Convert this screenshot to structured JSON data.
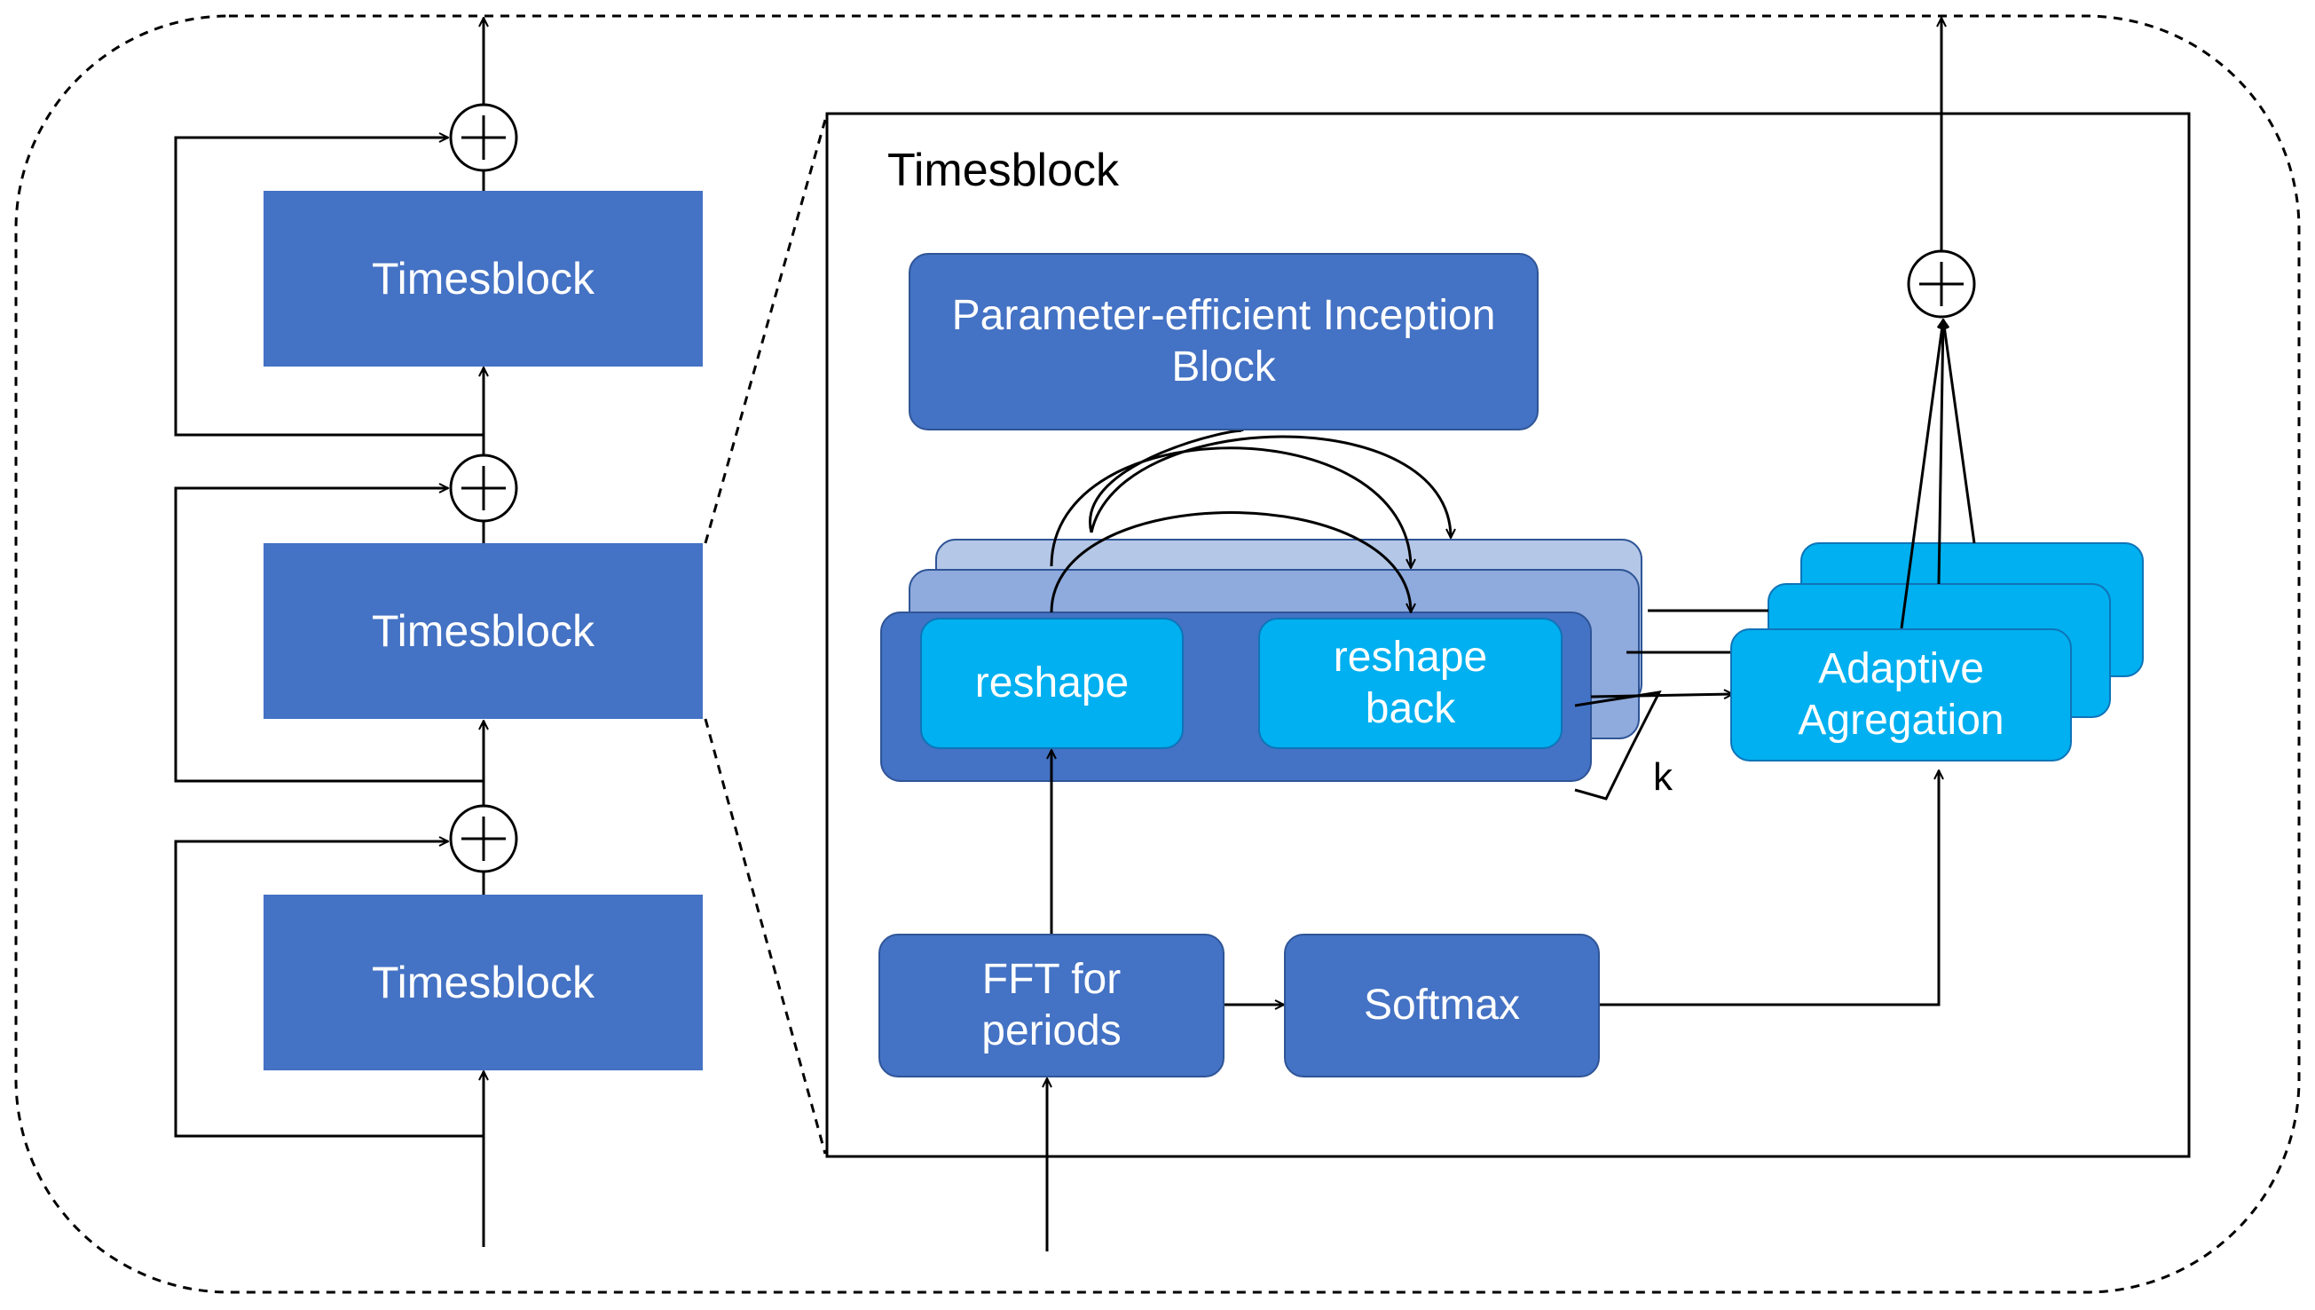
{
  "left_stack": {
    "block_top": "Timesblock",
    "block_mid": "Timesblock",
    "block_bottom": "Timesblock"
  },
  "detail": {
    "title": "Timesblock",
    "inception_block": "Parameter-efficient Inception Block",
    "reshape": "reshape",
    "reshape_back": "reshape back",
    "fft": "FFT for periods",
    "softmax": "Softmax",
    "adaptive_aggregation": "Adaptive Agregation",
    "k_label": "k"
  },
  "colors": {
    "block_blue": "#4472c4",
    "layer_light_1": "#b4c7e7",
    "layer_light_2": "#8faadc",
    "cyan": "#00b0f0"
  }
}
